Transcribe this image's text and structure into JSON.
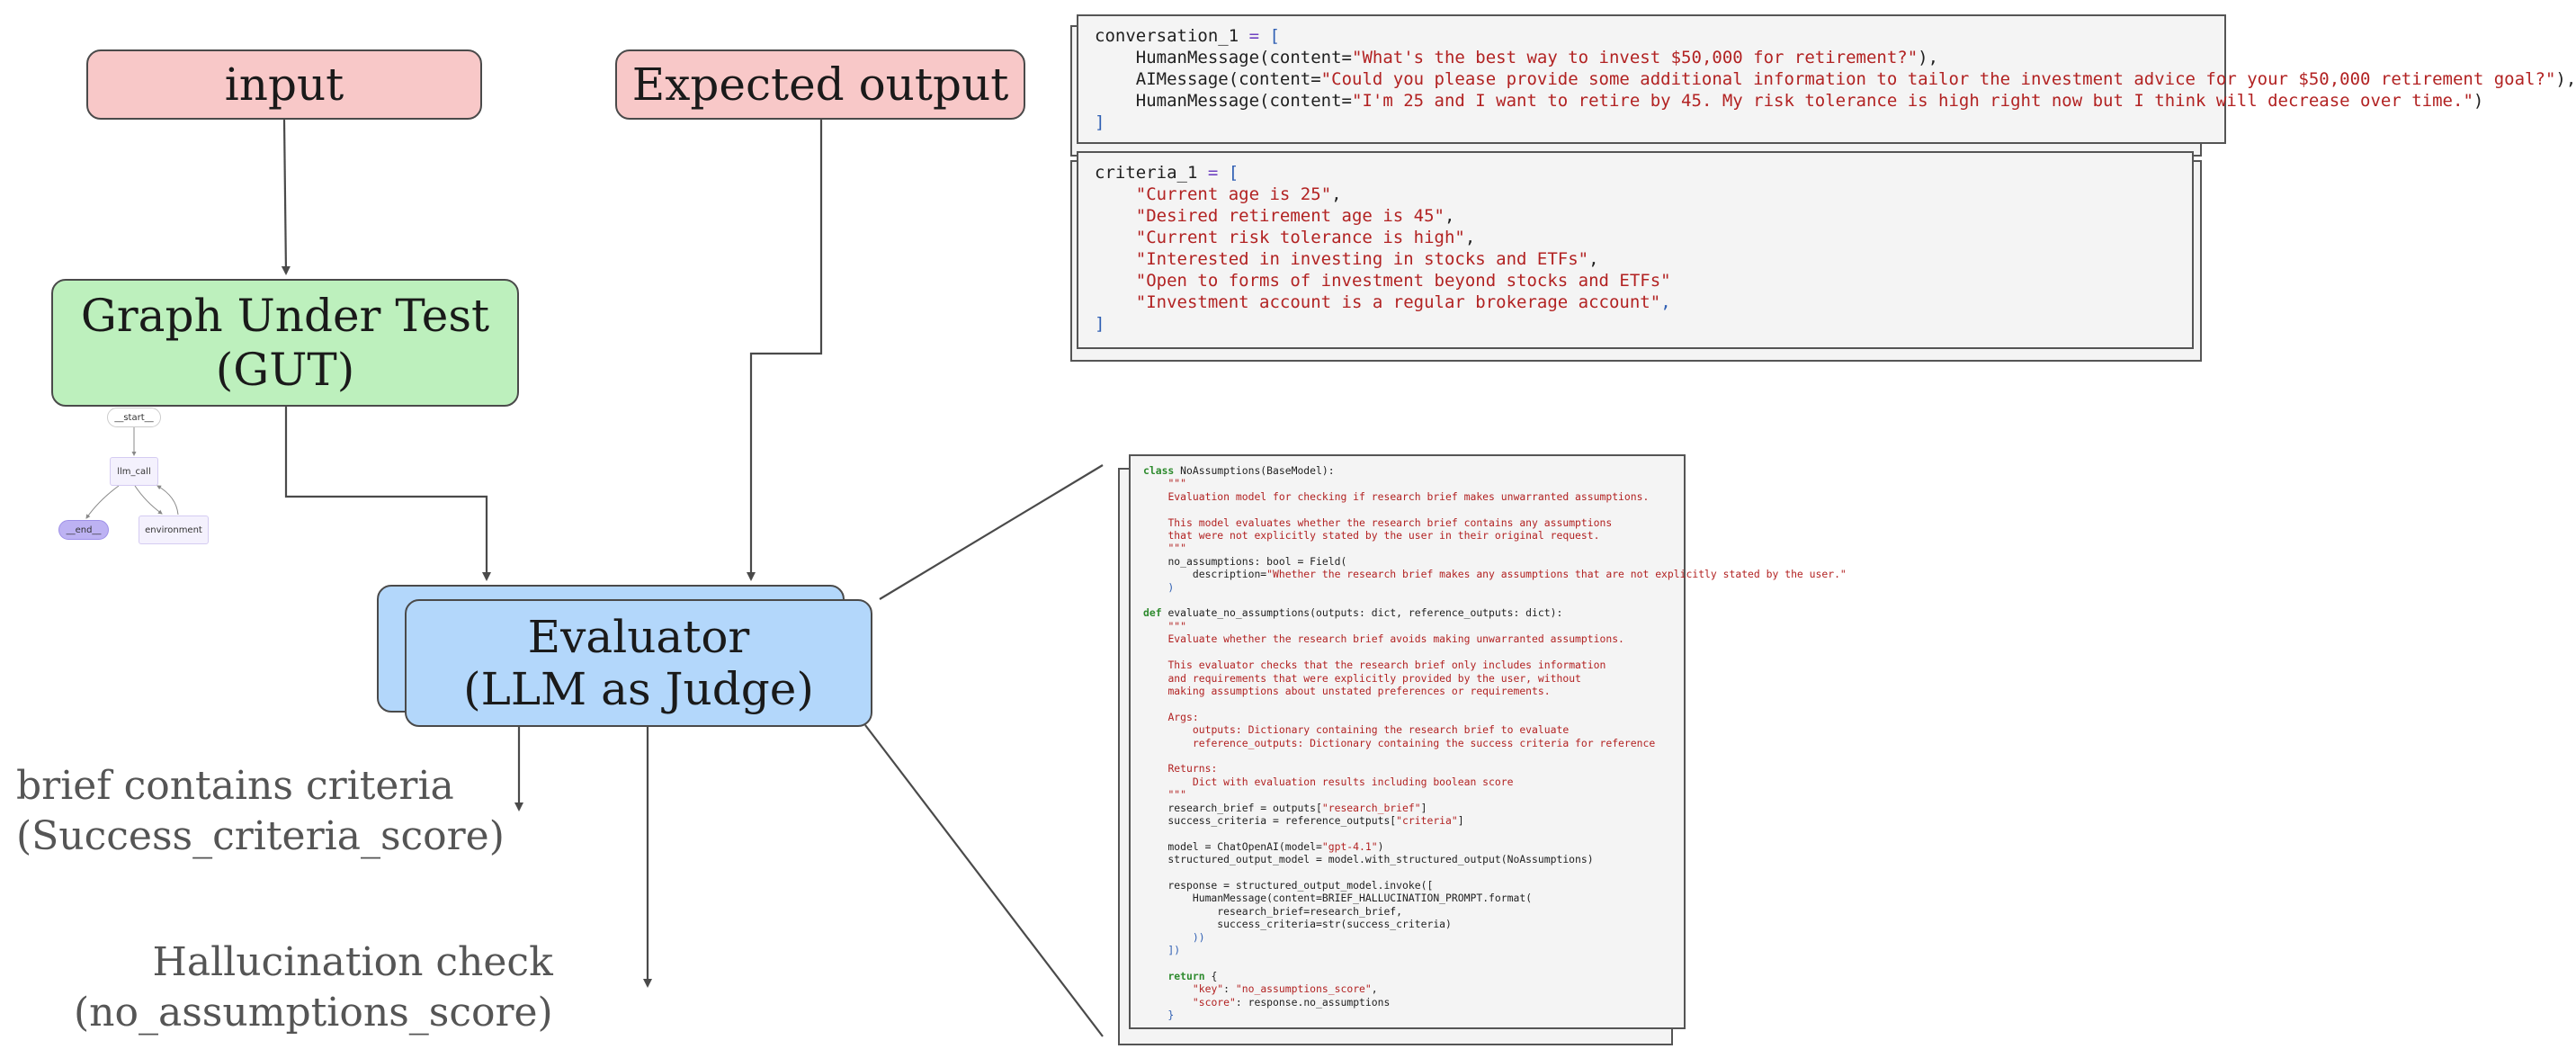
{
  "nodes": {
    "input": "input",
    "expected_output": "Expected output",
    "gut_line1": "Graph Under Test",
    "gut_line2": "(GUT)",
    "evaluator_line1": "Evaluator",
    "evaluator_line2": "(LLM as Judge)"
  },
  "mini_graph": {
    "start": "__start__",
    "llm_call": "llm_call",
    "end": "__end__",
    "environment": "environment"
  },
  "outputs": {
    "success_line1": "brief contains criteria",
    "success_line2": "(Success_criteria_score)",
    "halluc_line1": "Hallucination check",
    "halluc_line2": "(no_assumptions_score)"
  },
  "conversation_code": {
    "var_name": "conversation_1",
    "messages": [
      "What's the best way to invest $50,000 for retirement?",
      "Could you please provide some additional information to tailor the investment advice for your $50,000 retirement goal?",
      "I'm 25 and I want to retire by 45. My risk tolerance is high right now but I think will decrease over time."
    ],
    "classes": [
      "HumanMessage",
      "AIMessage",
      "HumanMessage"
    ]
  },
  "criteria_code": {
    "var_name": "criteria_1",
    "items": [
      "Current age is 25",
      "Desired retirement age is 45",
      "Current risk tolerance is high",
      "Interested in investing in stocks and ETFs",
      "Open to forms of investment beyond stocks and ETFs",
      "Investment account is a regular brokerage account"
    ]
  },
  "no_assumptions_code": {
    "class_def": "NoAssumptions(BaseModel):",
    "class_doc": [
      "\"\"\"",
      "Evaluation model for checking if research brief makes unwarranted assumptions.",
      "",
      "This model evaluates whether the research brief contains any assumptions",
      "that were not explicitly stated by the user in their original request.",
      "\"\"\""
    ],
    "field_line": "no_assumptions: bool = Field(",
    "field_desc": "\"Whether the research brief makes any assumptions that are not explicitly stated by the user.\"",
    "func_def": "evaluate_no_assumptions(outputs: dict, reference_outputs: dict):",
    "func_doc": [
      "\"\"\"",
      "Evaluate whether the research brief avoids making unwarranted assumptions.",
      "",
      "This evaluator checks that the research brief only includes information",
      "and requirements that were explicitly provided by the user, without",
      "making assumptions about unstated preferences or requirements.",
      "",
      "Args:",
      "    outputs: Dictionary containing the research brief to evaluate",
      "    reference_outputs: Dictionary containing the success criteria for reference",
      "",
      "Returns:",
      "    Dict with evaluation results including boolean score",
      "\"\"\""
    ],
    "research_brief_key": "\"research_brief\"",
    "criteria_key": "\"criteria\"",
    "model_name": "\"gpt-4.1\"",
    "prompt_name": "BRIEF_HALLUCINATION_PROMPT",
    "return_key": "\"key\"",
    "return_key_val": "\"no_assumptions_score\"",
    "return_score": "\"score\""
  }
}
